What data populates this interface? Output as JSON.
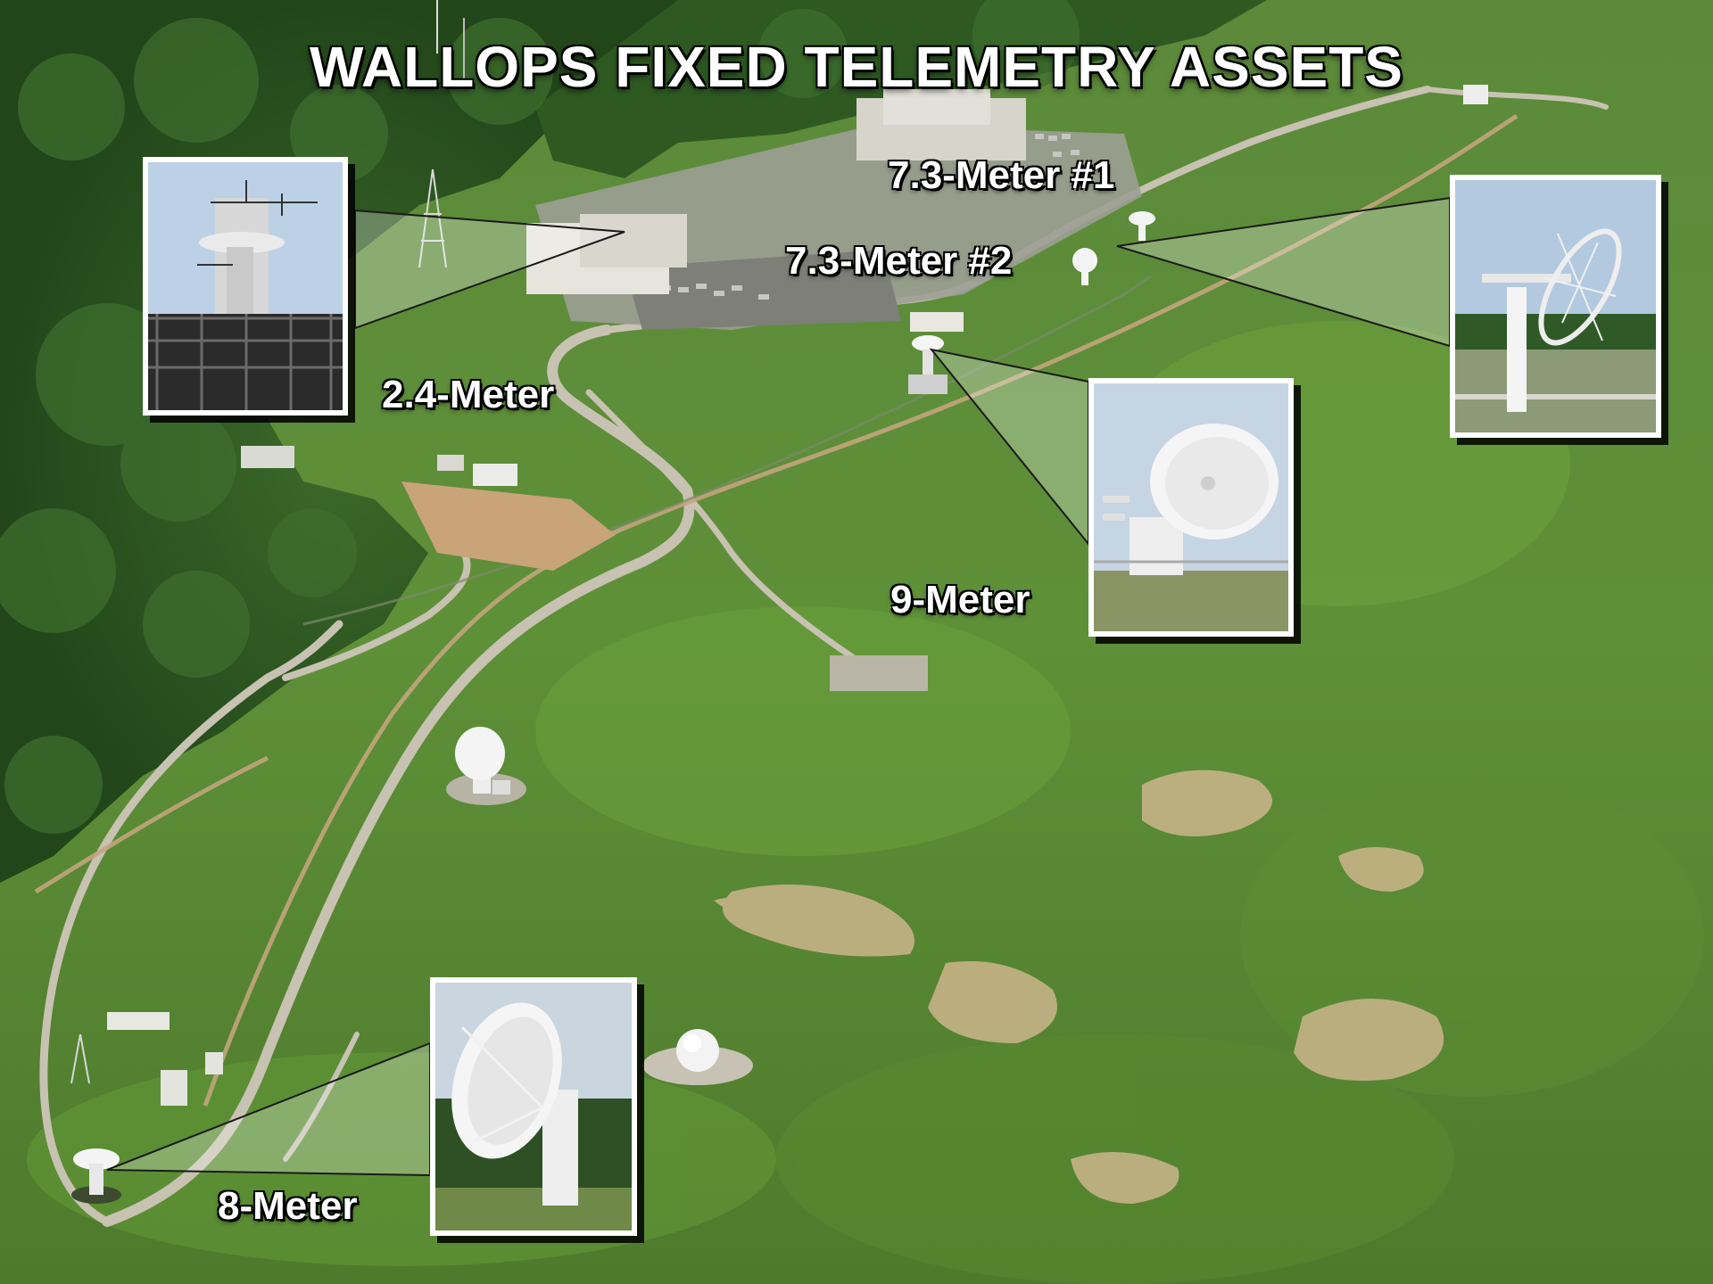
{
  "title": "WALLOPS FIXED TELEMETRY ASSETS",
  "labels": {
    "meter_7_3_1": "7.3-Meter #1",
    "meter_7_3_2": "7.3-Meter #2",
    "meter_2_4": "2.4-Meter",
    "meter_9": "9-Meter",
    "meter_8": "8-Meter"
  },
  "colors": {
    "forest": "#2f5a22",
    "grass": "#5f8f3c",
    "road": "#c9c3b4",
    "sky": "#b9cfe6",
    "dish": "#f2f2f2"
  }
}
